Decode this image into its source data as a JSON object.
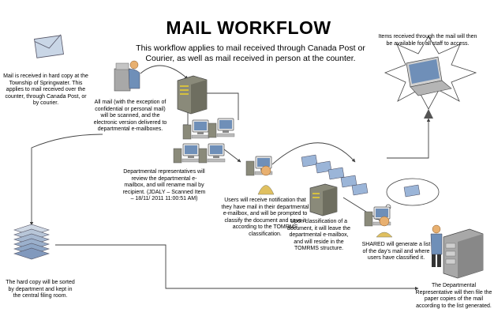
{
  "title": "MAIL WORKFLOW",
  "intro": "This workflow applies to mail received through Canada Post or Courier, as well as mail received in person at the counter.",
  "steps": {
    "received": "Mail is received in hard copy at the Township of Springwater. This applies to mail received over the counter, through Canada Post, or by courier.",
    "scanned": "All mail (with the exception of confidential or personal mail) will be scanned, and the electronic version delivered to departmental e-mailboxes.",
    "departmental": "Departmental representatives will review the departmental e-mailbox, and will rename mail by recipient. (JDALY – Scanned Item – 18/11/ 2011 11:00:51 AM)",
    "users": "Users will receive notification that they have mail in their departmental e-mailbox, and will be prompted to classify the document and save it according to the TOMRMS classification.",
    "classified": "Upon classification of a document, it will leave the departmental e-mailbox, and will reside in the TOMRMS structure.",
    "shared": "SHARED will generate a list of the day’s mail and where users have classified it.",
    "available": "Items received through the mail will then be available for all staff to access.",
    "hardcopy": "The hard copy will be sorted by department and kept in the central filing room.",
    "filing": "The Departmental Representative will then file the paper copies of the mail according to the list generated."
  },
  "colors": {
    "arrow": "#404040",
    "server": "#8a8a7a",
    "screen": "#6f8fb8",
    "person": "#e8b070",
    "document": "#9bb5d8"
  },
  "icons": [
    "envelope-icon",
    "scanner-person-icon",
    "server-icon",
    "workstation-icon",
    "user-computer-icon",
    "document-stack-icon",
    "laptop-icon",
    "filing-cabinet-icon",
    "thought-bubble-icon"
  ]
}
